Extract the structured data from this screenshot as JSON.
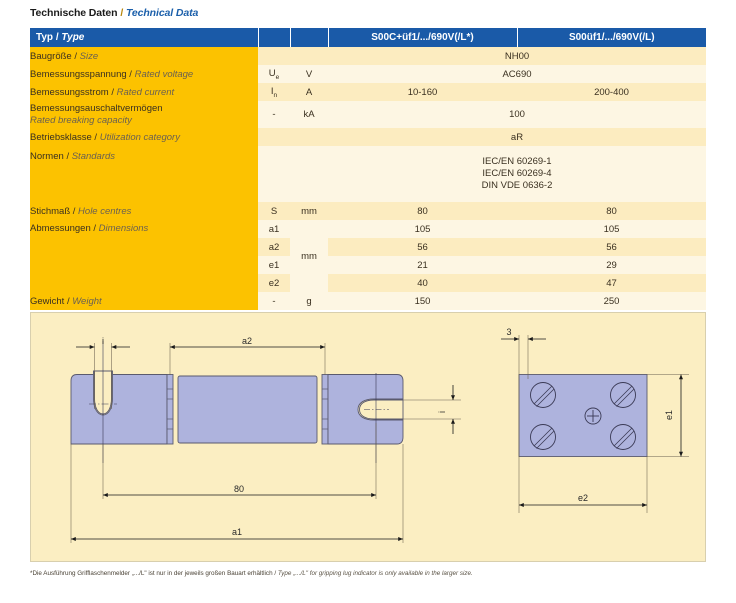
{
  "title": {
    "de": "Technische Daten",
    "separator": "/",
    "en": "Technical Data"
  },
  "table": {
    "header": {
      "label_de": "Typ",
      "label_sep": "/",
      "label_en": "Type",
      "col1": "S00C+üf1/.../690V(/L*)",
      "col2": "S00üf1/.../690V(/L)"
    },
    "rows": [
      {
        "de": "Baugröße",
        "en": "Size",
        "symbol": "",
        "unit": "",
        "value_span": "NH00",
        "v1": "",
        "v2": ""
      },
      {
        "de": "Bemessungsspannung",
        "en": "Rated voltage",
        "symbol": "U",
        "symbol_sub": "e",
        "unit": "V",
        "value_span": "AC690",
        "v1": "",
        "v2": ""
      },
      {
        "de": "Bemessungsstrom",
        "en": "Rated current",
        "symbol": "I",
        "symbol_sub": "n",
        "unit": "A",
        "value_span": "",
        "v1": "10-160",
        "v2": "200-400"
      },
      {
        "de": "Bemessungsauschaltvermögen",
        "en": "Rated breaking capacity",
        "symbol": "-",
        "unit": "kA",
        "value_span": "100",
        "v1": "",
        "v2": ""
      },
      {
        "de": "Betriebsklasse",
        "en": "Utilization category",
        "symbol": "",
        "unit": "",
        "value_span": "aR",
        "v1": "",
        "v2": ""
      },
      {
        "de": "Normen",
        "en": "Standards",
        "symbol": "",
        "unit": "",
        "value_span": "IEC/EN 60269-1\nIEC/EN 60269-4\nDIN VDE 0636-2",
        "v1": "",
        "v2": ""
      },
      {
        "de": "Stichmaß",
        "en": "Hole centres",
        "symbol": "S",
        "unit": "mm",
        "value_span": "",
        "v1": "80",
        "v2": "80"
      },
      {
        "de": "Abmessungen",
        "en": "Dimensions",
        "symbol": "a1",
        "unit": "",
        "value_span": "",
        "v1": "105",
        "v2": "105"
      },
      {
        "de": "",
        "en": "",
        "symbol": "a2",
        "unit": "mm",
        "value_span": "",
        "v1": "56",
        "v2": "56"
      },
      {
        "de": "",
        "en": "",
        "symbol": "e1",
        "unit": "",
        "value_span": "",
        "v1": "21",
        "v2": "29"
      },
      {
        "de": "",
        "en": "",
        "symbol": "e2",
        "unit": "",
        "value_span": "",
        "v1": "40",
        "v2": "47"
      },
      {
        "de": "Gewicht",
        "en": "Weight",
        "symbol": "-",
        "unit": "g",
        "value_span": "",
        "v1": "150",
        "v2": "250"
      }
    ]
  },
  "drawing": {
    "side_view": {
      "dim_i": "i",
      "dim_a2": "a2",
      "dim_80": "80",
      "dim_a1": "a1",
      "dim_right": "i"
    },
    "end_view": {
      "dim_3": "3",
      "dim_e1": "e1",
      "dim_e2": "e2"
    }
  },
  "footnote": {
    "de": "*Die Ausführung Grifflaschenmelder „.../L\" ist nur in der jeweils großen Bauart erhältlich",
    "sep": "/",
    "en": "Type „.../L\" for gripping lug indicator is only available in the larger size."
  },
  "colors": {
    "header_blue": "#1a5aa8",
    "label_gold": "#fcc200",
    "band_a": "#fcecc0",
    "band_b": "#fdf6e3",
    "drawing_bg": "#fbeec2",
    "part_fill": "#aeb3dd",
    "title_en_blue": "#1b5faa"
  }
}
